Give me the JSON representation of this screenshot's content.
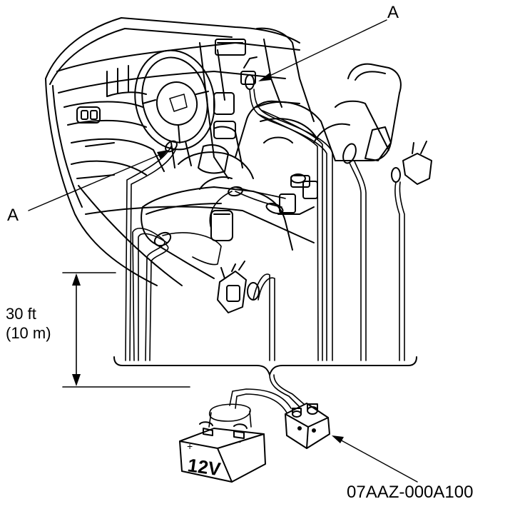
{
  "labels": {
    "callout_top": "A",
    "callout_left": "A",
    "distance_line1": "30 ft",
    "distance_line2": "(10 m)",
    "battery_voltage": "12V",
    "part_number": "07AAZ-000A100"
  },
  "battery_terminals": {
    "positive": "+",
    "negative": "−"
  }
}
